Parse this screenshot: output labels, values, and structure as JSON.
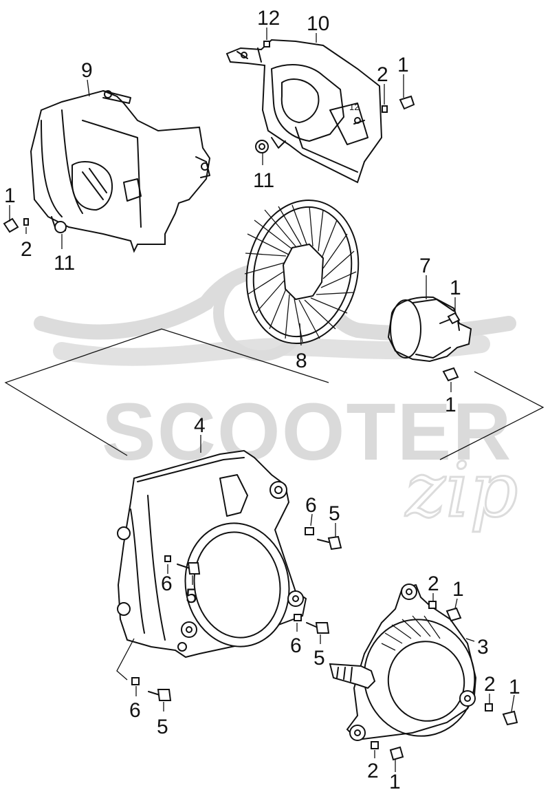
{
  "watermark": {
    "brand": "SCOOTER",
    "brand_suffix": "zip"
  },
  "callouts": {
    "c12_top": "12",
    "c10": "10",
    "c2_top": "2",
    "c1_top": "1",
    "c12_inner": "12",
    "c11_mid": "11",
    "c9": "9",
    "c1_left": "1",
    "c2_left": "2",
    "c11_left": "11",
    "c7": "7",
    "c1_r7a": "1",
    "c8": "8",
    "c1_r7b": "1",
    "c4": "4",
    "c6_a": "6",
    "c5_a": "5",
    "c6_b": "6",
    "c5_b": "5",
    "c6_c": "6",
    "c5_c": "5",
    "c6_d": "6",
    "c5_d": "5",
    "c2_r3a": "2",
    "c1_r3a": "1",
    "c3": "3",
    "c2_r3b": "2",
    "c1_r3b": "1",
    "c2_bot": "2",
    "c1_bot": "1"
  },
  "colors": {
    "line": "#111111",
    "watermark": "#d7d7d7",
    "background": "#ffffff"
  }
}
